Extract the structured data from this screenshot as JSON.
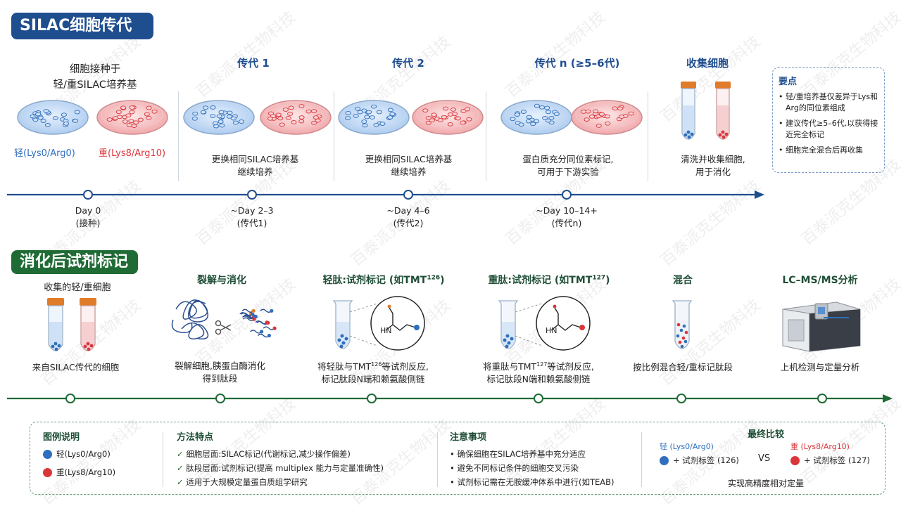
{
  "top": {
    "title": "SILAC细胞传代",
    "start_caption_l1": "细胞接种于",
    "start_caption_l2": "轻/重SILAC培养基",
    "light_label": "轻(Lys0/Arg0)",
    "heavy_label": "重(Lys8/Arg10)",
    "stages": [
      {
        "title": "传代 1",
        "cap1": "更换相同SILAC培养基",
        "cap2": "继续培养"
      },
      {
        "title": "传代 2",
        "cap1": "更换相同SILAC培养基",
        "cap2": "继续培养"
      },
      {
        "title": "传代 n (≥5–6代)",
        "cap1": "蛋白质充分同位素标记,",
        "cap2": "可用于下游实验"
      },
      {
        "title": "收集细胞",
        "cap1": "清洗并收集细胞,",
        "cap2": "用于消化"
      }
    ],
    "timeline": [
      {
        "day": "Day 0",
        "sub": "(接种)"
      },
      {
        "day": "~Day 2–3",
        "sub": "(传代1)"
      },
      {
        "day": "~Day 4–6",
        "sub": "(传代2)"
      },
      {
        "day": "~Day 10–14+",
        "sub": "(传代n)"
      }
    ],
    "key_points": {
      "title": "要点",
      "items": [
        "轻/重培养基仅差异于Lys和Arg的同位素组成",
        "建议传代≥5–6代,以获得接近完全标记",
        "细胞完全混合后再收集"
      ]
    }
  },
  "bottom": {
    "title": "消化后试剂标记",
    "steps": [
      {
        "title": "收集的轻/重细胞",
        "cap1": "来自SILAC传代的细胞",
        "cap2": ""
      },
      {
        "title": "裂解与消化",
        "cap1": "裂解细胞,胰蛋白酶消化",
        "cap2": "得到肽段"
      },
      {
        "title": "轻肽:试剂标记 (如TMT",
        "sup": "126",
        "title_end": ")",
        "cap1a": "将轻肽与TMT",
        "cap1sup": "126",
        "cap1b": "等试剂反应,",
        "cap2": "标记肽段N端和赖氨酸侧链"
      },
      {
        "title": "重肽:试剂标记 (如TMT",
        "sup": "127",
        "title_end": ")",
        "cap1a": "将重肽与TMT",
        "cap1sup": "127",
        "cap1b": "等试剂反应,",
        "cap2": "标记肽段N端和赖氨酸侧链"
      },
      {
        "title": "混合",
        "cap1": "按比例混合轻/重标记肽段",
        "cap2": ""
      },
      {
        "title": "LC–MS/MS分析",
        "cap1": "上机检测与定量分析",
        "cap2": ""
      }
    ],
    "molecule_label": "HN",
    "legend": {
      "title": "图例说明",
      "light": "轻(Lys0/Arg0)",
      "heavy": "重(Lys8/Arg10)"
    },
    "features": {
      "title": "方法特点",
      "items": [
        "细胞层面:SILAC标记(代谢标记,减少操作偏差)",
        "肽段层面:试剂标记(提高 multiplex 能力与定量准确性)",
        "适用于大规模定量蛋白质组学研究"
      ]
    },
    "notes": {
      "title": "注意事项",
      "items": [
        "确保细胞在SILAC培养基中充分适应",
        "避免不同标记条件的细胞交叉污染",
        "试剂标记需在无胺缓冲体系中进行(如TEAB)"
      ]
    },
    "comparison": {
      "title": "最终比较",
      "light": "轻 (Lys0/Arg0)",
      "heavy": "重 (Lys8/Arg10)",
      "light_tag": "+ 试剂标签 (126)",
      "heavy_tag": "+ 试剂标签 (127)",
      "vs": "VS",
      "footer": "实现高精度相对定量"
    }
  },
  "watermark_text": "百泰派克生物科技",
  "colors": {
    "blue": "#2f6fbd",
    "red": "#d9363b",
    "navy": "#1f4e8f",
    "green": "#1f6b35"
  }
}
